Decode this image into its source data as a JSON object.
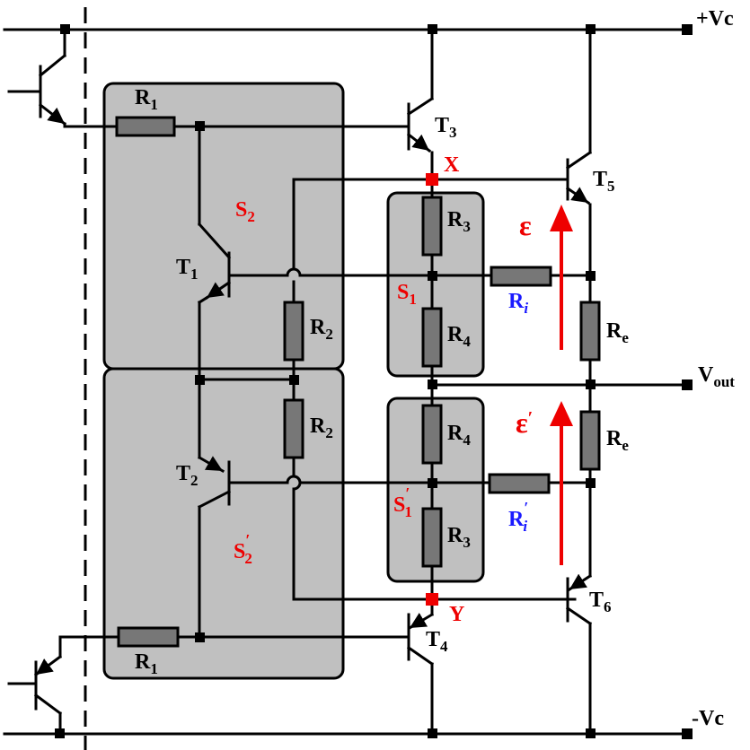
{
  "rails": {
    "vcc": "+Vc",
    "vee": "-Vc",
    "vout": "V",
    "vout_sub": "out"
  },
  "nodes": {
    "x": "X",
    "y": "Y"
  },
  "transistors": {
    "t1": [
      "T",
      "1"
    ],
    "t2": [
      "T",
      "2"
    ],
    "t3": [
      "T",
      "3"
    ],
    "t4": [
      "T",
      "4"
    ],
    "t5": [
      "T",
      "5"
    ],
    "t6": [
      "T",
      "6"
    ]
  },
  "resistors": {
    "r1": [
      "R",
      "1"
    ],
    "r2": [
      "R",
      "2"
    ],
    "r3": [
      "R",
      "3"
    ],
    "r4": [
      "R",
      "4"
    ],
    "ri": [
      "R",
      "i"
    ],
    "re": [
      "R",
      "e"
    ]
  },
  "groups": {
    "s1": [
      "S",
      "1"
    ],
    "s2": [
      "S",
      "2"
    ],
    "prime": "′"
  },
  "emf": {
    "symbol": "ε"
  },
  "colors": {
    "label": "#000000",
    "group_label": "#ee0000",
    "ri_label": "#1a1aff",
    "arrow": "#ee0000",
    "node": "#ee0000",
    "panel": "#c0c0c0",
    "resistor": "#777777"
  }
}
